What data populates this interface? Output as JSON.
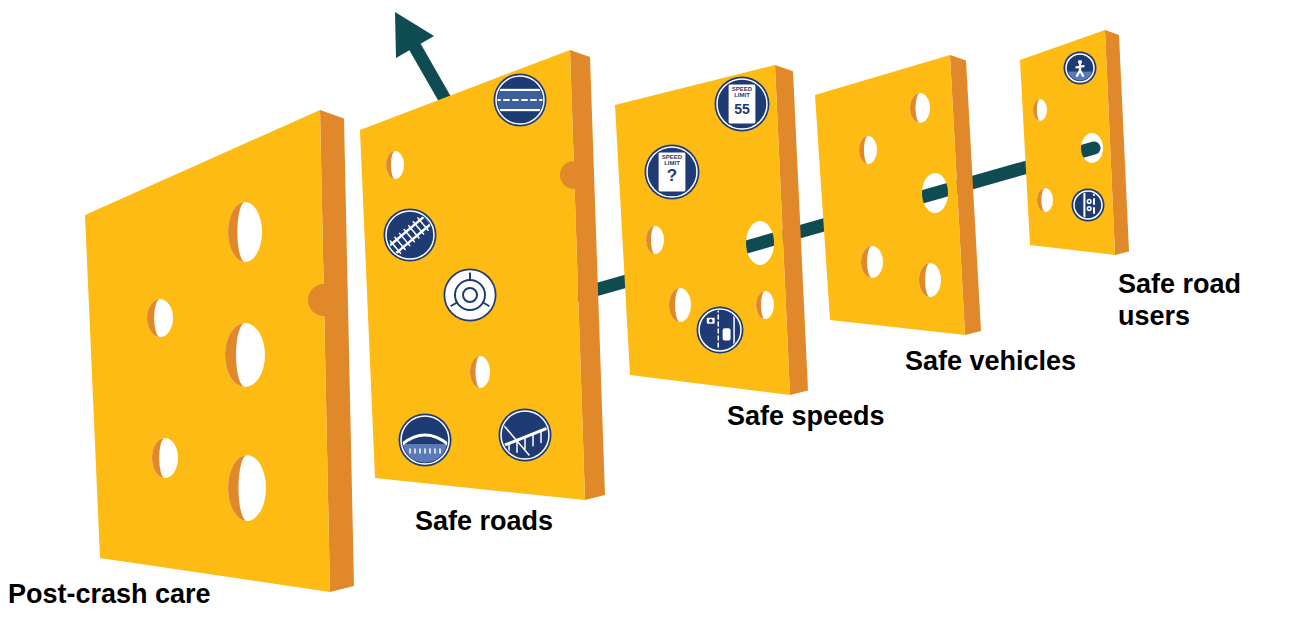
{
  "diagram": {
    "nodes": [
      {
        "text": [
          "Post-crash care"
        ]
      },
      {
        "text": [
          "Safe roads"
        ]
      },
      {
        "text": [
          "Safe speeds"
        ]
      },
      {
        "text": [
          "Safe vehicles"
        ]
      },
      {
        "text": [
          "Safe road users"
        ]
      }
    ],
    "labels": [
      "SPEED LIMIT",
      "55",
      "SPEED LIMIT",
      "?"
    ]
  }
}
